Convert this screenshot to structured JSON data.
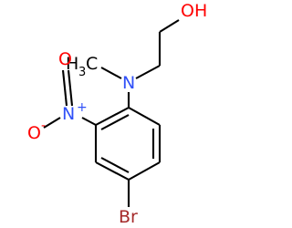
{
  "molecule": {
    "atoms": {
      "hydroxyl": "OH",
      "methyl_h": "H",
      "methyl_sub": "3",
      "methyl_c": "C",
      "amine_n": "N",
      "nitro_o_top": "O",
      "nitro_n": "N",
      "nitro_plus": "+",
      "nitro_o_left": "O",
      "nitro_minus": "-",
      "bromine": "Br"
    },
    "colors": {
      "bond": "#000000",
      "oxygen": "#ff0000",
      "nitrogen": "#3050f8",
      "bromine": "#a52a2a",
      "carbon": "#000000"
    }
  }
}
